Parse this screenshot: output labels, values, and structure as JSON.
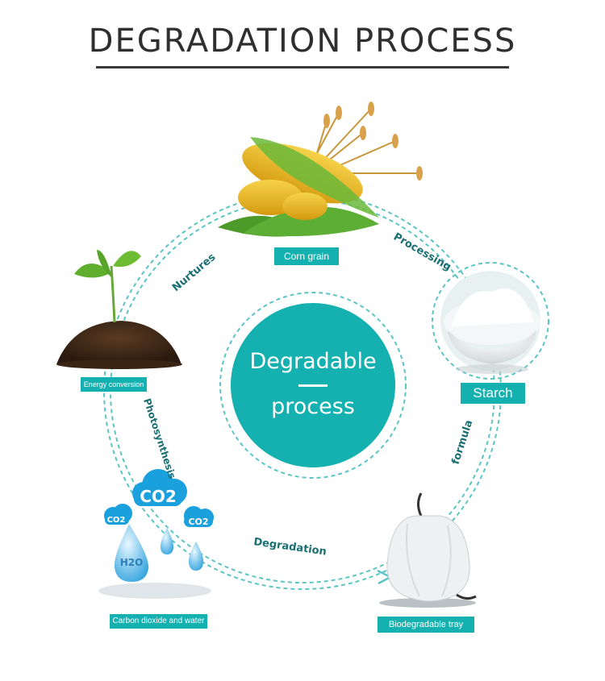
{
  "title": "DEGRADATION PROCESS",
  "center": {
    "line1": "Degradable",
    "line2": "process"
  },
  "stages": {
    "corn": "Corn grain",
    "starch": "Starch",
    "tray": "Biodegradable tray",
    "co2_water": "Carbon dioxide and water",
    "energy": "Energy conversion"
  },
  "arrows": {
    "processing": "Processing",
    "formula": "formula",
    "degradation": "Degradation",
    "photosynthesis": "Photosynthesis",
    "nurtures": "Nurtures"
  },
  "chem": {
    "co2_big": "CO2",
    "co2_small": "CO2",
    "h2o": "H2O"
  },
  "colors": {
    "teal": "#15b0b0",
    "dashed": "#5cc4c4",
    "title": "#2f2f2f"
  }
}
